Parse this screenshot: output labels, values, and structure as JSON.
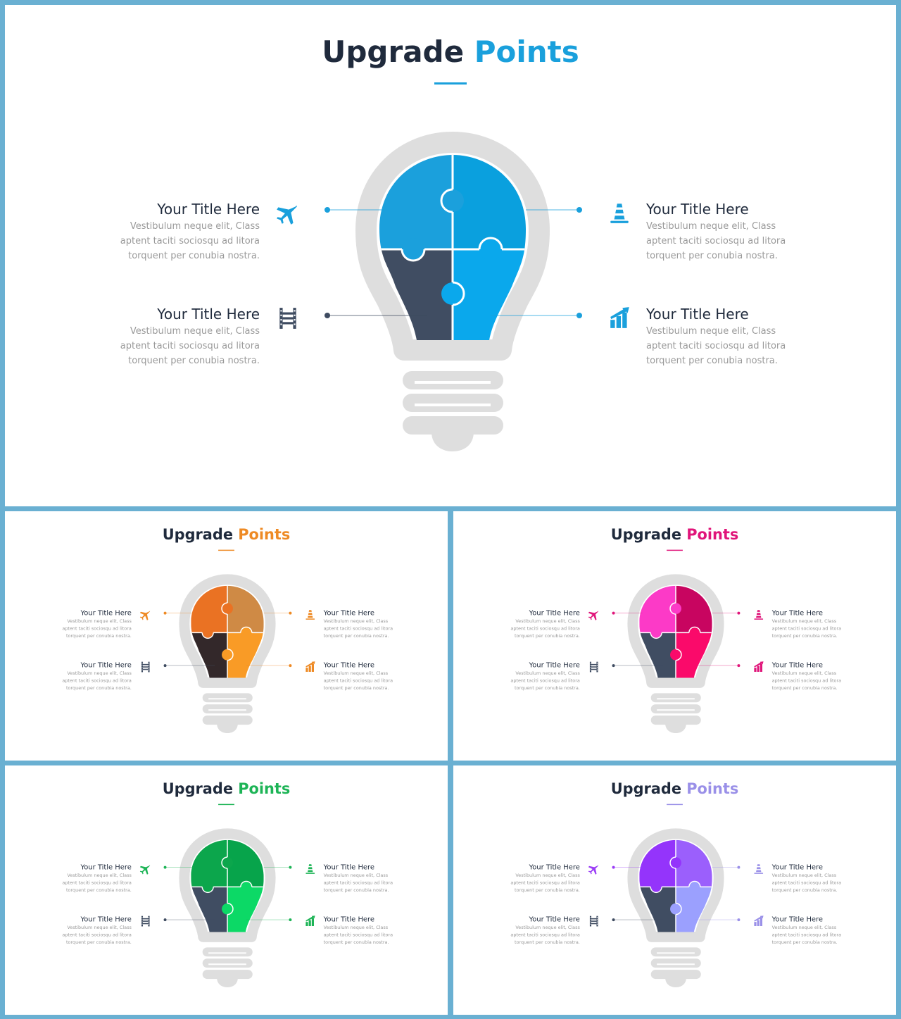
{
  "slides": [
    {
      "title_main": "Upgrade",
      "title_accent": "Points",
      "accent": "#1aa0dc",
      "pieces": [
        "#1ba0dc",
        "#0aa0de",
        "#404d62",
        "#0aa8ec"
      ],
      "icon_colors": [
        "#1aa0dc",
        "#3e4b60",
        "#1aa0dc",
        "#1aa0dc"
      ],
      "dot_colors": [
        "#1aa0dc",
        "#3e4b60",
        "#1aa0dc",
        "#1aa0dc"
      ],
      "items": [
        {
          "title": "Your Title Here",
          "desc": "Vestibulum neque elit, Class aptent taciti sociosqu ad litora torquent per conubia nostra.",
          "icon": "airplane-icon"
        },
        {
          "title": "Your Title Here",
          "desc": "Vestibulum neque elit, Class aptent taciti sociosqu ad litora torquent per conubia nostra.",
          "icon": "film-strip-icon"
        },
        {
          "title": "Your Title Here",
          "desc": "Vestibulum neque elit, Class aptent taciti sociosqu ad litora torquent per conubia nostra.",
          "icon": "traffic-cone-icon"
        },
        {
          "title": "Your Title Here",
          "desc": "Vestibulum neque elit, Class aptent taciti sociosqu ad litora torquent per conubia nostra.",
          "icon": "bar-chart-icon"
        }
      ]
    },
    {
      "title_main": "Upgrade",
      "title_accent": "Points",
      "accent": "#ee8a24",
      "pieces": [
        "#ea7223",
        "#cf8a45",
        "#33282a",
        "#f99b26"
      ],
      "icon_colors": [
        "#ee8a24",
        "#3e4b60",
        "#ee8a24",
        "#ee8a24"
      ],
      "dot_colors": [
        "#ee8a24",
        "#3e4b60",
        "#ee8a24",
        "#ee8a24"
      ],
      "items": [
        {
          "title": "Your Title Here",
          "desc": "Vestibulum neque elit, Class aptent taciti sociosqu ad litora torquent per conubia nostra.",
          "icon": "airplane-icon"
        },
        {
          "title": "Your Title Here",
          "desc": "Vestibulum neque elit, Class aptent taciti sociosqu ad litora torquent per conubia nostra.",
          "icon": "film-strip-icon"
        },
        {
          "title": "Your Title Here",
          "desc": "Vestibulum neque elit, Class aptent taciti sociosqu ad litora torquent per conubia nostra.",
          "icon": "traffic-cone-icon"
        },
        {
          "title": "Your Title Here",
          "desc": "Vestibulum neque elit, Class aptent taciti sociosqu ad litora torquent per conubia nostra.",
          "icon": "bar-chart-icon"
        }
      ]
    },
    {
      "title_main": "Upgrade",
      "title_accent": "Points",
      "accent": "#e0157a",
      "pieces": [
        "#fc3ac7",
        "#c80560",
        "#404d62",
        "#fa0a6a"
      ],
      "icon_colors": [
        "#e0157a",
        "#3e4b60",
        "#e0157a",
        "#e0157a"
      ],
      "dot_colors": [
        "#e0157a",
        "#3e4b60",
        "#e0157a",
        "#e0157a"
      ],
      "items": [
        {
          "title": "Your Title Here",
          "desc": "Vestibulum neque elit, Class aptent taciti sociosqu ad litora torquent per conubia nostra.",
          "icon": "airplane-icon"
        },
        {
          "title": "Your Title Here",
          "desc": "Vestibulum neque elit, Class aptent taciti sociosqu ad litora torquent per conubia nostra.",
          "icon": "film-strip-icon"
        },
        {
          "title": "Your Title Here",
          "desc": "Vestibulum neque elit, Class aptent taciti sociosqu ad litora torquent per conubia nostra.",
          "icon": "traffic-cone-icon"
        },
        {
          "title": "Your Title Here",
          "desc": "Vestibulum neque elit, Class aptent taciti sociosqu ad litora torquent per conubia nostra.",
          "icon": "bar-chart-icon"
        }
      ]
    },
    {
      "title_main": "Upgrade",
      "title_accent": "Points",
      "accent": "#1db456",
      "pieces": [
        "#0ca64c",
        "#07a44b",
        "#404d62",
        "#0cd966"
      ],
      "icon_colors": [
        "#1db456",
        "#3e4b60",
        "#1db456",
        "#1db456"
      ],
      "dot_colors": [
        "#1db456",
        "#3e4b60",
        "#1db456",
        "#1db456"
      ],
      "items": [
        {
          "title": "Your Title Here",
          "desc": "Vestibulum neque elit, Class aptent taciti sociosqu ad litora torquent per conubia nostra.",
          "icon": "airplane-icon"
        },
        {
          "title": "Your Title Here",
          "desc": "Vestibulum neque elit, Class aptent taciti sociosqu ad litora torquent per conubia nostra.",
          "icon": "film-strip-icon"
        },
        {
          "title": "Your Title Here",
          "desc": "Vestibulum neque elit, Class aptent taciti sociosqu ad litora torquent per conubia nostra.",
          "icon": "traffic-cone-icon"
        },
        {
          "title": "Your Title Here",
          "desc": "Vestibulum neque elit, Class aptent taciti sociosqu ad litora torquent per conubia nostra.",
          "icon": "bar-chart-icon"
        }
      ]
    },
    {
      "title_main": "Upgrade",
      "title_accent": "Points",
      "accent": "#9a90e8",
      "pieces": [
        "#9434fb",
        "#9b5ffc",
        "#404d62",
        "#9ba0fe"
      ],
      "icon_colors": [
        "#9a3cf6",
        "#3e4b60",
        "#9a90e8",
        "#9a90e8"
      ],
      "dot_colors": [
        "#9a3cf6",
        "#3e4b60",
        "#9a90e8",
        "#9a90e8"
      ],
      "items": [
        {
          "title": "Your Title Here",
          "desc": "Vestibulum neque elit, Class aptent taciti sociosqu ad litora torquent per conubia nostra.",
          "icon": "airplane-icon"
        },
        {
          "title": "Your Title Here",
          "desc": "Vestibulum neque elit, Class aptent taciti sociosqu ad litora torquent per conubia nostra.",
          "icon": "film-strip-icon"
        },
        {
          "title": "Your Title Here",
          "desc": "Vestibulum neque elit, Class aptent taciti sociosqu ad litora torquent per conubia nostra.",
          "icon": "traffic-cone-icon"
        },
        {
          "title": "Your Title Here",
          "desc": "Vestibulum neque elit, Class aptent taciti sociosqu ad litora torquent per conubia nostra.",
          "icon": "bar-chart-icon"
        }
      ]
    }
  ]
}
